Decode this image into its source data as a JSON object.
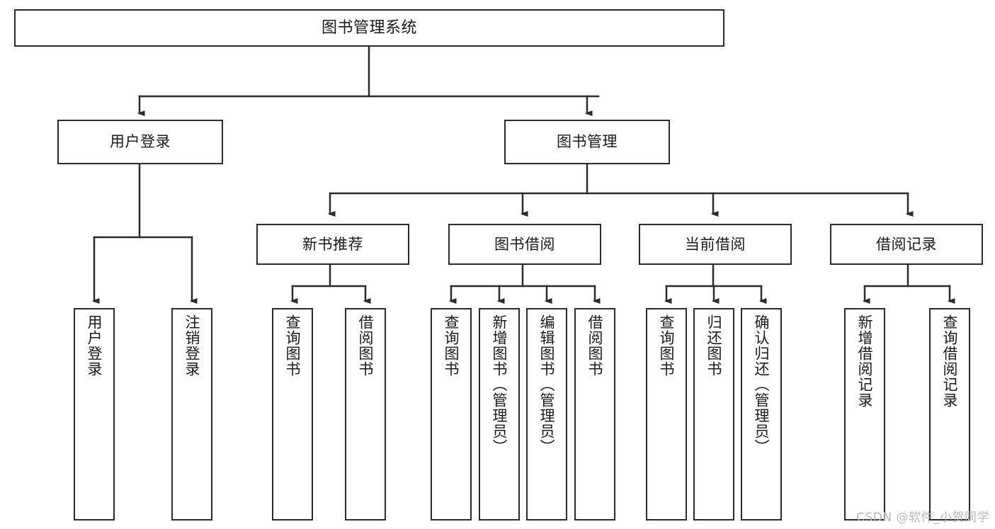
{
  "diagram": {
    "title": "图书管理系统",
    "watermark": "CSDN @软件_小贺同学",
    "levels": {
      "root": {
        "label": "图书管理系统"
      },
      "level2": [
        {
          "id": "user-login",
          "label": "用户登录"
        },
        {
          "id": "book-management",
          "label": "图书管理"
        }
      ],
      "level3": [
        {
          "id": "new-book-recommend",
          "label": "新书推荐"
        },
        {
          "id": "book-borrow",
          "label": "图书借阅"
        },
        {
          "id": "current-borrow",
          "label": "当前借阅"
        },
        {
          "id": "borrow-record",
          "label": "借阅记录"
        }
      ],
      "leaves": [
        {
          "id": "leaf-user-login",
          "label": "用户登录",
          "parent": "user-login"
        },
        {
          "id": "leaf-logout-login",
          "label": "注销登录",
          "parent": "user-login"
        },
        {
          "id": "leaf-query-book-1",
          "label": "查询图书",
          "parent": "new-book-recommend"
        },
        {
          "id": "leaf-borrow-book-1",
          "label": "借阅图书",
          "parent": "new-book-recommend"
        },
        {
          "id": "leaf-query-book-2",
          "label": "查询图书",
          "parent": "book-borrow"
        },
        {
          "id": "leaf-add-book",
          "label": "新增图书（管理员）",
          "parent": "book-borrow"
        },
        {
          "id": "leaf-edit-book",
          "label": "编辑图书（管理员）",
          "parent": "book-borrow"
        },
        {
          "id": "leaf-borrow-book-2",
          "label": "借阅图书",
          "parent": "book-borrow"
        },
        {
          "id": "leaf-query-book-3",
          "label": "查询图书",
          "parent": "current-borrow"
        },
        {
          "id": "leaf-return-book",
          "label": "归还图书",
          "parent": "current-borrow"
        },
        {
          "id": "leaf-confirm-return",
          "label": "确认归还（管理员）",
          "parent": "current-borrow"
        },
        {
          "id": "leaf-add-borrow-record",
          "label": "新增借阅记录",
          "parent": "borrow-record"
        },
        {
          "id": "leaf-query-borrow-record",
          "label": "查询借阅记录",
          "parent": "borrow-record"
        }
      ]
    },
    "colors": {
      "stroke": "#2b2b2b",
      "fill": "#ffffff",
      "text": "#1a1a1a",
      "watermark": "#b9b9b9"
    }
  }
}
